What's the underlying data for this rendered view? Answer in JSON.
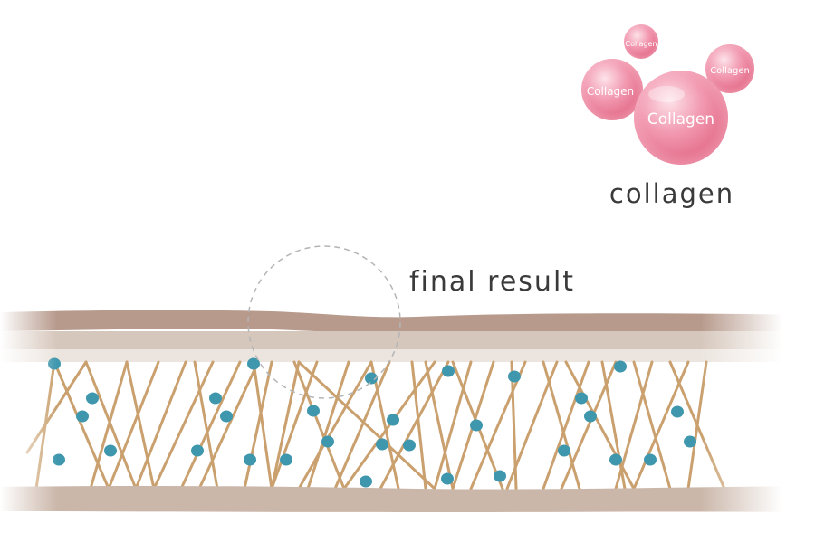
{
  "labels": {
    "collagen": "collagen",
    "final_result": "final result"
  },
  "bubbles": [
    {
      "label": "Collagen"
    },
    {
      "label": "Collagen"
    },
    {
      "label": "Collagen"
    },
    {
      "label": "Collagen"
    }
  ],
  "colors": {
    "background": "#ffffff",
    "skin_top_dark": "#b79a8c",
    "skin_top_mid": "#d6c7bc",
    "skin_top_light": "#ece5df",
    "skin_bottom": "#cbb7aa",
    "fiber": "#c9a06e",
    "node": "#3f97ad",
    "bubble": "#ea7e9a",
    "bubble_highlight": "#fbd7e1",
    "dashed_circle": "#b5b5b5",
    "text": "#3a3a3a"
  }
}
